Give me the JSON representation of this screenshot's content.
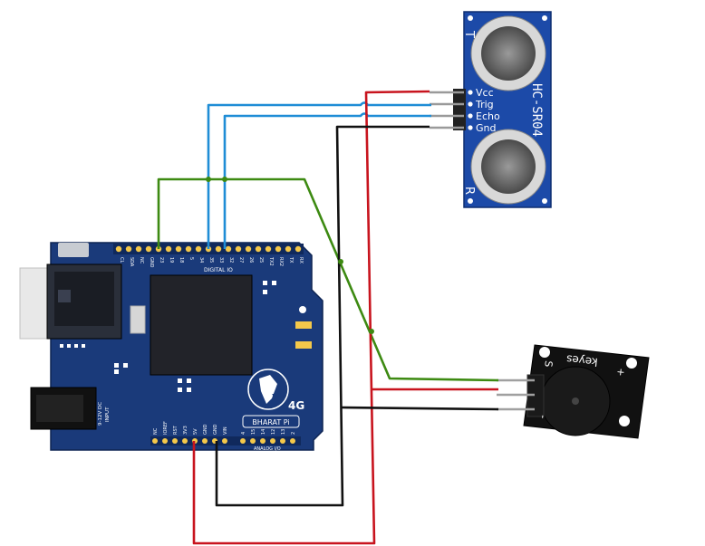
{
  "board": {
    "name": "BHARAT Pi",
    "badge_4g": "4G",
    "pi_symbol": "π",
    "digital_io_label": "DIGITAL IO",
    "analog_io_label": "ANALOG I/O",
    "power_input_label_1": "9-12V DC",
    "power_input_label_2": "INPUT",
    "top_pins": [
      "CL",
      "SDA",
      "NC",
      "GND",
      "23",
      "19",
      "18",
      "5",
      "34",
      "35",
      "33",
      "32",
      "27",
      "26",
      "25",
      "TX2",
      "RX2",
      "TX",
      "RX"
    ],
    "bottom_pins": [
      "NC",
      "IOREF",
      "RST",
      "3V3",
      "5V",
      "GND",
      "GND",
      "VIN",
      "4",
      "15",
      "14",
      "12",
      "13",
      "2"
    ]
  },
  "ultrasonic": {
    "model": "HC-SR04",
    "t_label": "T",
    "r_label": "R",
    "pins": [
      "Vcc",
      "Trig",
      "Echo",
      "Gnd"
    ]
  },
  "buzzer": {
    "brand": "keyes",
    "s_label": "S",
    "minus_label": "-",
    "plus_label": "+"
  },
  "colors": {
    "pcb": "#1a3a7a",
    "wire_red": "#c8141e",
    "wire_black": "#111111",
    "wire_blue": "#1f8dd6",
    "wire_green": "#3d8a12",
    "header": "#f4c84a"
  }
}
